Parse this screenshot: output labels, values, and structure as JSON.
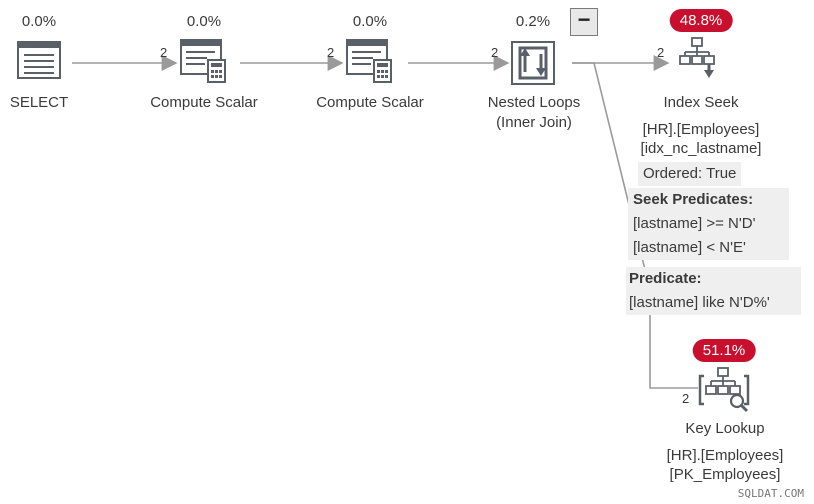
{
  "nodes": {
    "select": {
      "pct": "0.0%",
      "label": "SELECT"
    },
    "compute1": {
      "pct": "0.0%",
      "label": "Compute Scalar"
    },
    "compute2": {
      "pct": "0.0%",
      "label": "Compute Scalar"
    },
    "nested": {
      "pct": "0.2%",
      "label": "Nested Loops",
      "sublabel": "(Inner Join)"
    },
    "seek": {
      "badge": "48.8%",
      "label": "Index Seek",
      "table": "[HR].[Employees]",
      "index": "[idx_nc_lastname]",
      "ordered": "Ordered:  True",
      "seek_heading": "Seek Predicates:",
      "seek_pred1": "[lastname] >= N'D'",
      "seek_pred2": "[lastname] < N'E'",
      "pred_heading": "Predicate:",
      "pred1": "[lastname] like N'D%'"
    },
    "lookup": {
      "badge": "51.1%",
      "label": "Key Lookup",
      "table": "[HR].[Employees]",
      "index": "[PK_Employees]"
    }
  },
  "row_counts": [
    "2",
    "2",
    "2",
    "2",
    "2"
  ],
  "collapse_symbol": "−",
  "watermark": "SQLDAT.COM",
  "colors": {
    "badge": "#c8102e",
    "arrow": "#9a9a9a",
    "icon": "#5a6068",
    "predicate_bg": "#efefef"
  }
}
